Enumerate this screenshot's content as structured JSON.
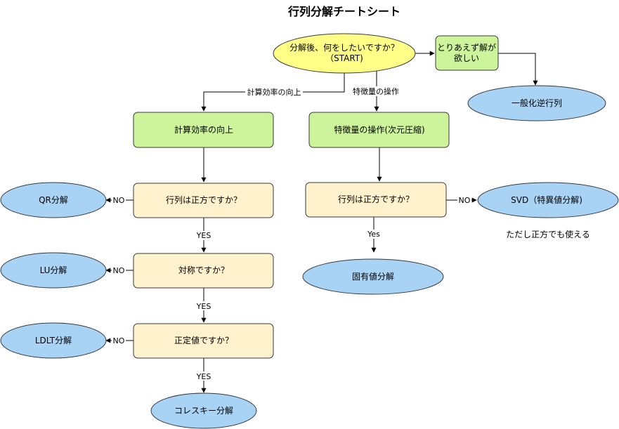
{
  "title": "行列分解チートシート",
  "nodes": {
    "start": {
      "line1": "分解後、何をしたいですか？",
      "line2": "（START)"
    },
    "quick": {
      "line1": "とりあえず解が",
      "line2": "欲しい"
    },
    "pinv": "一般化逆行列",
    "efficiency": "計算効率の向上",
    "feature": "特徴量の操作(次元圧縮)",
    "square_left": "行列は正方ですか？",
    "square_right": "行列は正方ですか？",
    "symmetric": "対称ですか？",
    "posdef": "正定値ですか？",
    "qr": "QR分解",
    "lu": "LU分解",
    "ldlt": "LDLT分解",
    "cholesky": "コレスキー分解",
    "eigen": "固有値分解",
    "svd": "SVD（特異値分解)"
  },
  "edge_labels": {
    "to_efficiency": "計算効率の向上",
    "to_feature": "特徴量の操作",
    "no_qr": "NO",
    "yes_1": "YES",
    "no_lu": "NO",
    "yes_2": "YES",
    "no_ldlt": "NO",
    "yes_3": "YES",
    "yes_eigen": "Yes",
    "no_svd": "NO"
  },
  "note": "ただし正方でも使える",
  "colors": {
    "start_fill": "#ffff88",
    "green_fill": "#cdf49a",
    "orange_fill": "#fff2cc",
    "blue_fill": "#a9d3f5",
    "stroke": "#36393d"
  }
}
